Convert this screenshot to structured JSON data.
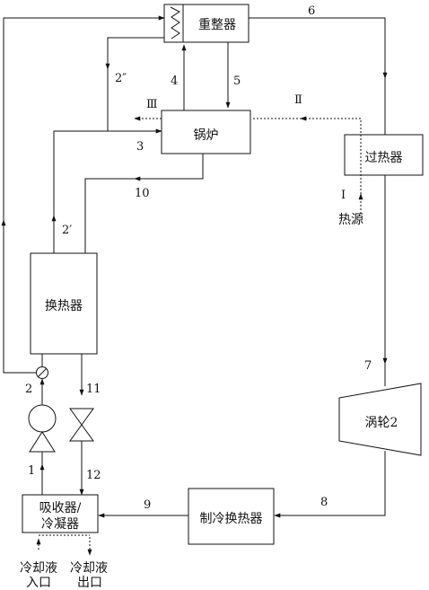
{
  "components": {
    "reformer": "重整器",
    "boiler": "锅炉",
    "superheater": "过热器",
    "heat_exchanger": "换热器",
    "turbine": "涡轮2",
    "refrigeration_hx": "制冷换热器",
    "absorber_line1": "吸收器/",
    "absorber_line2": "冷凝器"
  },
  "streams": {
    "s1": "1",
    "s2": "2",
    "s2p": "2′",
    "s2pp": "2″",
    "s3": "3",
    "s4": "4",
    "s5": "5",
    "s6": "6",
    "s7": "7",
    "s8": "8",
    "s9": "9",
    "s10": "10",
    "s11": "11",
    "s12": "12"
  },
  "heat_paths": {
    "path1": "Ⅰ",
    "path2": "Ⅱ",
    "path3": "Ⅲ"
  },
  "heat_source": "热源",
  "coolant_in_1": "冷却液",
  "coolant_in_2": "入口",
  "coolant_out_1": "冷却液",
  "coolant_out_2": "出口"
}
